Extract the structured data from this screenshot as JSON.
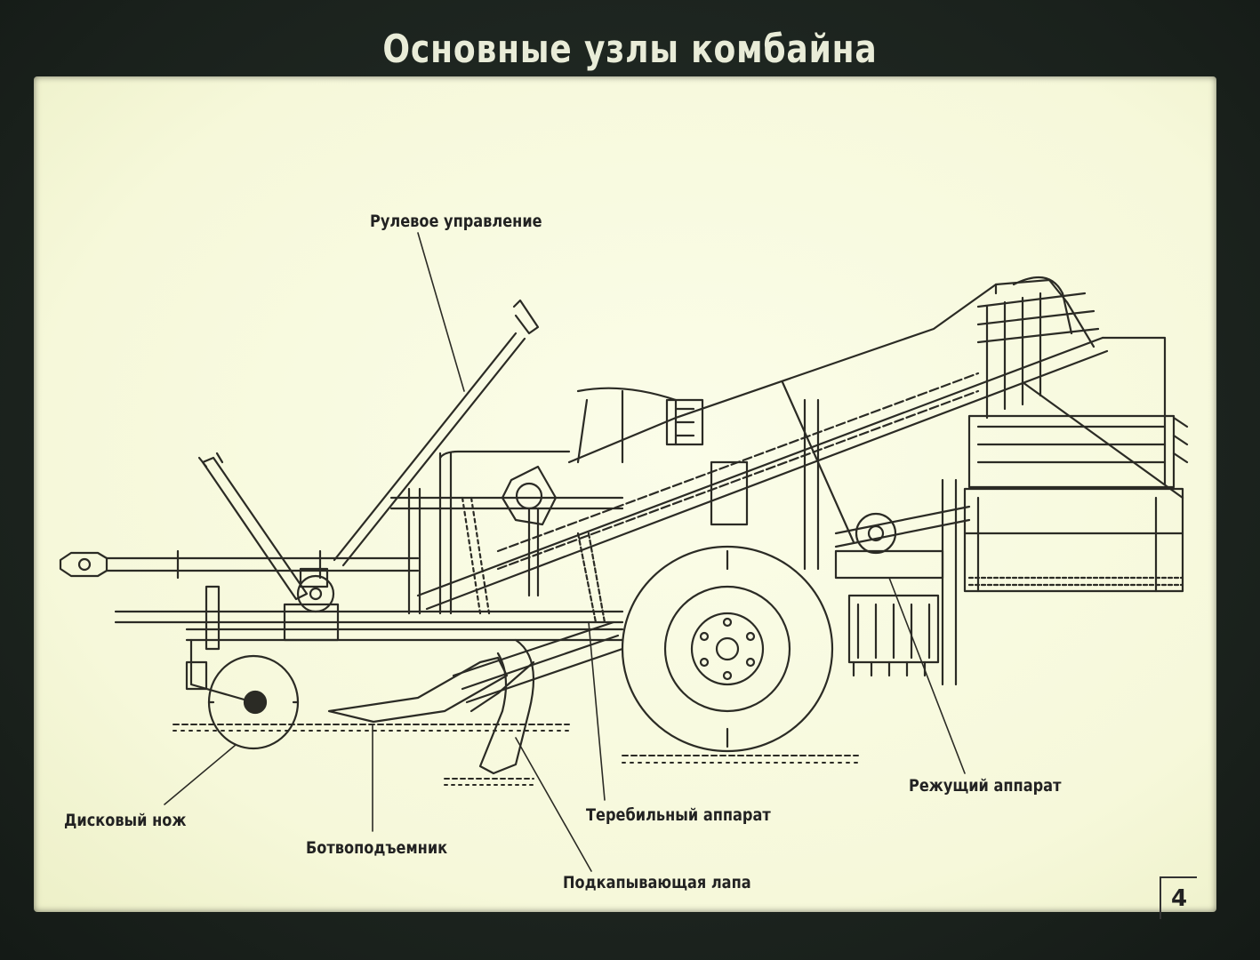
{
  "title": "Основные узлы комбайна",
  "labels": {
    "steering": "Рулевое управление",
    "disc_knife": "Дисковый нож",
    "top_lifter": "Ботвоподъемник",
    "digging_paw": "Подкапывающая лапа",
    "pulling_device": "Теребильный аппарат",
    "cutting_device": "Режущий аппарат"
  },
  "page_number": "4"
}
